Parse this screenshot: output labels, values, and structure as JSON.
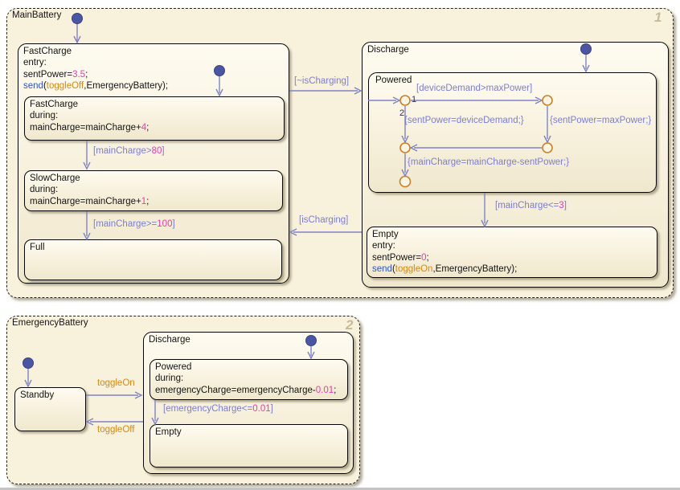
{
  "colors": {
    "canvas_background": "#ffffff",
    "chart_fill": "#F8F1DC",
    "state_border": "#050505",
    "transition_line": "#7F84C4",
    "condition_text": "#7B7DD6",
    "literal_number": "#E83CAE",
    "keyword_blue": "#2F55CF",
    "event_orange": "#D68910",
    "junction_orange": "#CC7F26",
    "default_dot": "#4A55A4",
    "badge_gray": "#C6BA9C"
  },
  "main_battery": {
    "title": "MainBattery",
    "badge": "1",
    "fast_charge": {
      "title": "FastCharge",
      "entry_kw": "entry:",
      "assign": {
        "pre": "sentPower=",
        "num": "3.5",
        "post": ";"
      },
      "send": {
        "kw": "send",
        "open": "(",
        "event": "toggleOff",
        "rest": ",EmergencyBattery);"
      },
      "fast_charge_inner": {
        "title": "FastCharge",
        "during_kw": "during:",
        "assign": {
          "pre": "mainCharge=mainCharge+",
          "num": "4",
          "post": ";"
        }
      },
      "slow_charge": {
        "title": "SlowCharge",
        "during_kw": "during:",
        "assign": {
          "pre": "mainCharge=mainCharge+",
          "num": "1",
          "post": ";"
        }
      },
      "full": {
        "title": "Full"
      },
      "t_fast_to_slow": {
        "pre": "[mainCharge>",
        "num": "80",
        "post": "]"
      },
      "t_slow_to_full": {
        "pre": "[mainCharge>=",
        "num": "100",
        "post": "]"
      }
    },
    "discharge": {
      "title": "Discharge",
      "powered": {
        "title": "Powered",
        "t_demand": "[deviceDemand>maxPower]",
        "priority_1": "1",
        "priority_2": "2",
        "a_sent_demand": "{sentPower=deviceDemand;}",
        "a_sent_max": "{sentPower=maxPower;}",
        "a_main_charge": "{mainCharge=mainCharge-sentPower;}"
      },
      "empty": {
        "title": "Empty",
        "entry_kw": "entry:",
        "assign": {
          "pre": "sentPower=",
          "num": "0",
          "post": ";"
        },
        "send": {
          "kw": "send",
          "open": "(",
          "event": "toggleOn",
          "rest": ",EmergencyBattery);"
        }
      },
      "t_powered_to_empty": {
        "pre": "[mainCharge<=",
        "num": "3",
        "post": "]"
      }
    },
    "t_not_charging": "[~isCharging]",
    "t_charging": "[isCharging]"
  },
  "emergency_battery": {
    "title": "EmergencyBattery",
    "badge": "2",
    "standby": {
      "title": "Standby"
    },
    "discharge": {
      "title": "Discharge",
      "powered": {
        "title": "Powered",
        "during_kw": "during:",
        "assign": {
          "pre": "emergencyCharge=emergencyCharge-",
          "num": "0.01",
          "post": ";"
        }
      },
      "empty": {
        "title": "Empty"
      },
      "t_powered_to_empty": {
        "pre": "[emergencyCharge<=",
        "num": "0.01",
        "post": "]"
      }
    },
    "t_toggle_on": "toggleOn",
    "t_toggle_off": "toggleOff"
  }
}
